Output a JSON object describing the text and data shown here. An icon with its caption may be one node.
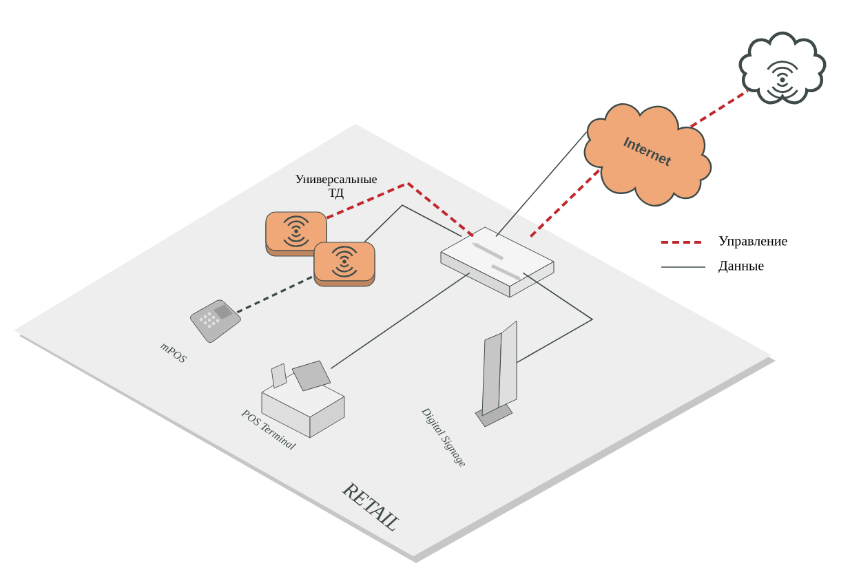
{
  "diagram": {
    "nodes": [
      {
        "text": [
          "RETAIL"
        ]
      },
      {
        "text": [
          "Internet"
        ]
      },
      {
        "text": [],
        "shape": "cloud"
      },
      {
        "text": [],
        "shape": "box",
        "in": 0
      },
      {
        "text": [],
        "shape": "picture",
        "in": 0
      },
      {
        "text": [],
        "shape": "picture",
        "in": 0
      },
      {
        "text": [
          "mPOS"
        ],
        "in": 0
      },
      {
        "text": [
          "POS Terminal"
        ],
        "in": 0
      },
      {
        "text": [
          "Digital Signage"
        ],
        "in": 0
      }
    ],
    "edges": [
      {
        "from": 4,
        "to": 3,
        "arrow": "none",
        "style": "dashed",
        "color": "#c1272d"
      },
      {
        "from": 5,
        "to": 3,
        "arrow": "none"
      },
      {
        "from": 6,
        "to": 5,
        "arrow": "none",
        "style": "dashed"
      },
      {
        "from": 3,
        "to": 1,
        "arrow": "none"
      },
      {
        "from": 3,
        "to": 1,
        "arrow": "none",
        "style": "dashed",
        "color": "#c1272d"
      },
      {
        "from": 1,
        "to": 2,
        "arrow": "none",
        "style": "dashed",
        "color": "#c1272d"
      },
      {
        "from": 3,
        "to": 7,
        "arrow": "none"
      },
      {
        "from": 3,
        "to": 8,
        "arrow": "none"
      }
    ],
    "labels": [
      "Универсальные ТД"
    ],
    "legend": [
      {
        "text": "Управление"
      },
      {
        "text": "Данные"
      }
    ]
  }
}
